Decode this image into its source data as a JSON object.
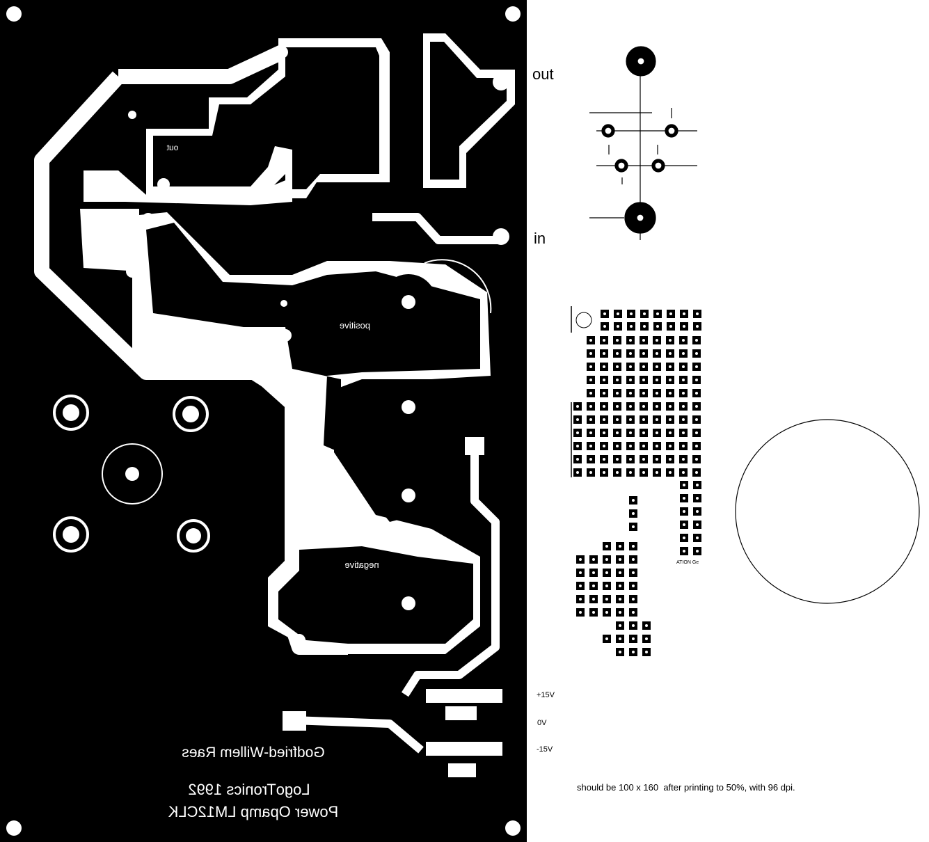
{
  "board": {
    "silk_out": "out",
    "silk_positive": "positive",
    "silk_negative": "negative",
    "author": "Godfried-Willem Raes",
    "company": "LogoTronics 1992",
    "title": "Power Opamp LM12CLK"
  },
  "pinout": {
    "out_label": "out",
    "in_label": "in"
  },
  "supply": {
    "plus": "+15V",
    "zero": "0V",
    "minus": "-15V"
  },
  "chip_text": "ATION Ge",
  "note": "should be 100 x 160  after printing to 50%, with 96 dpi."
}
